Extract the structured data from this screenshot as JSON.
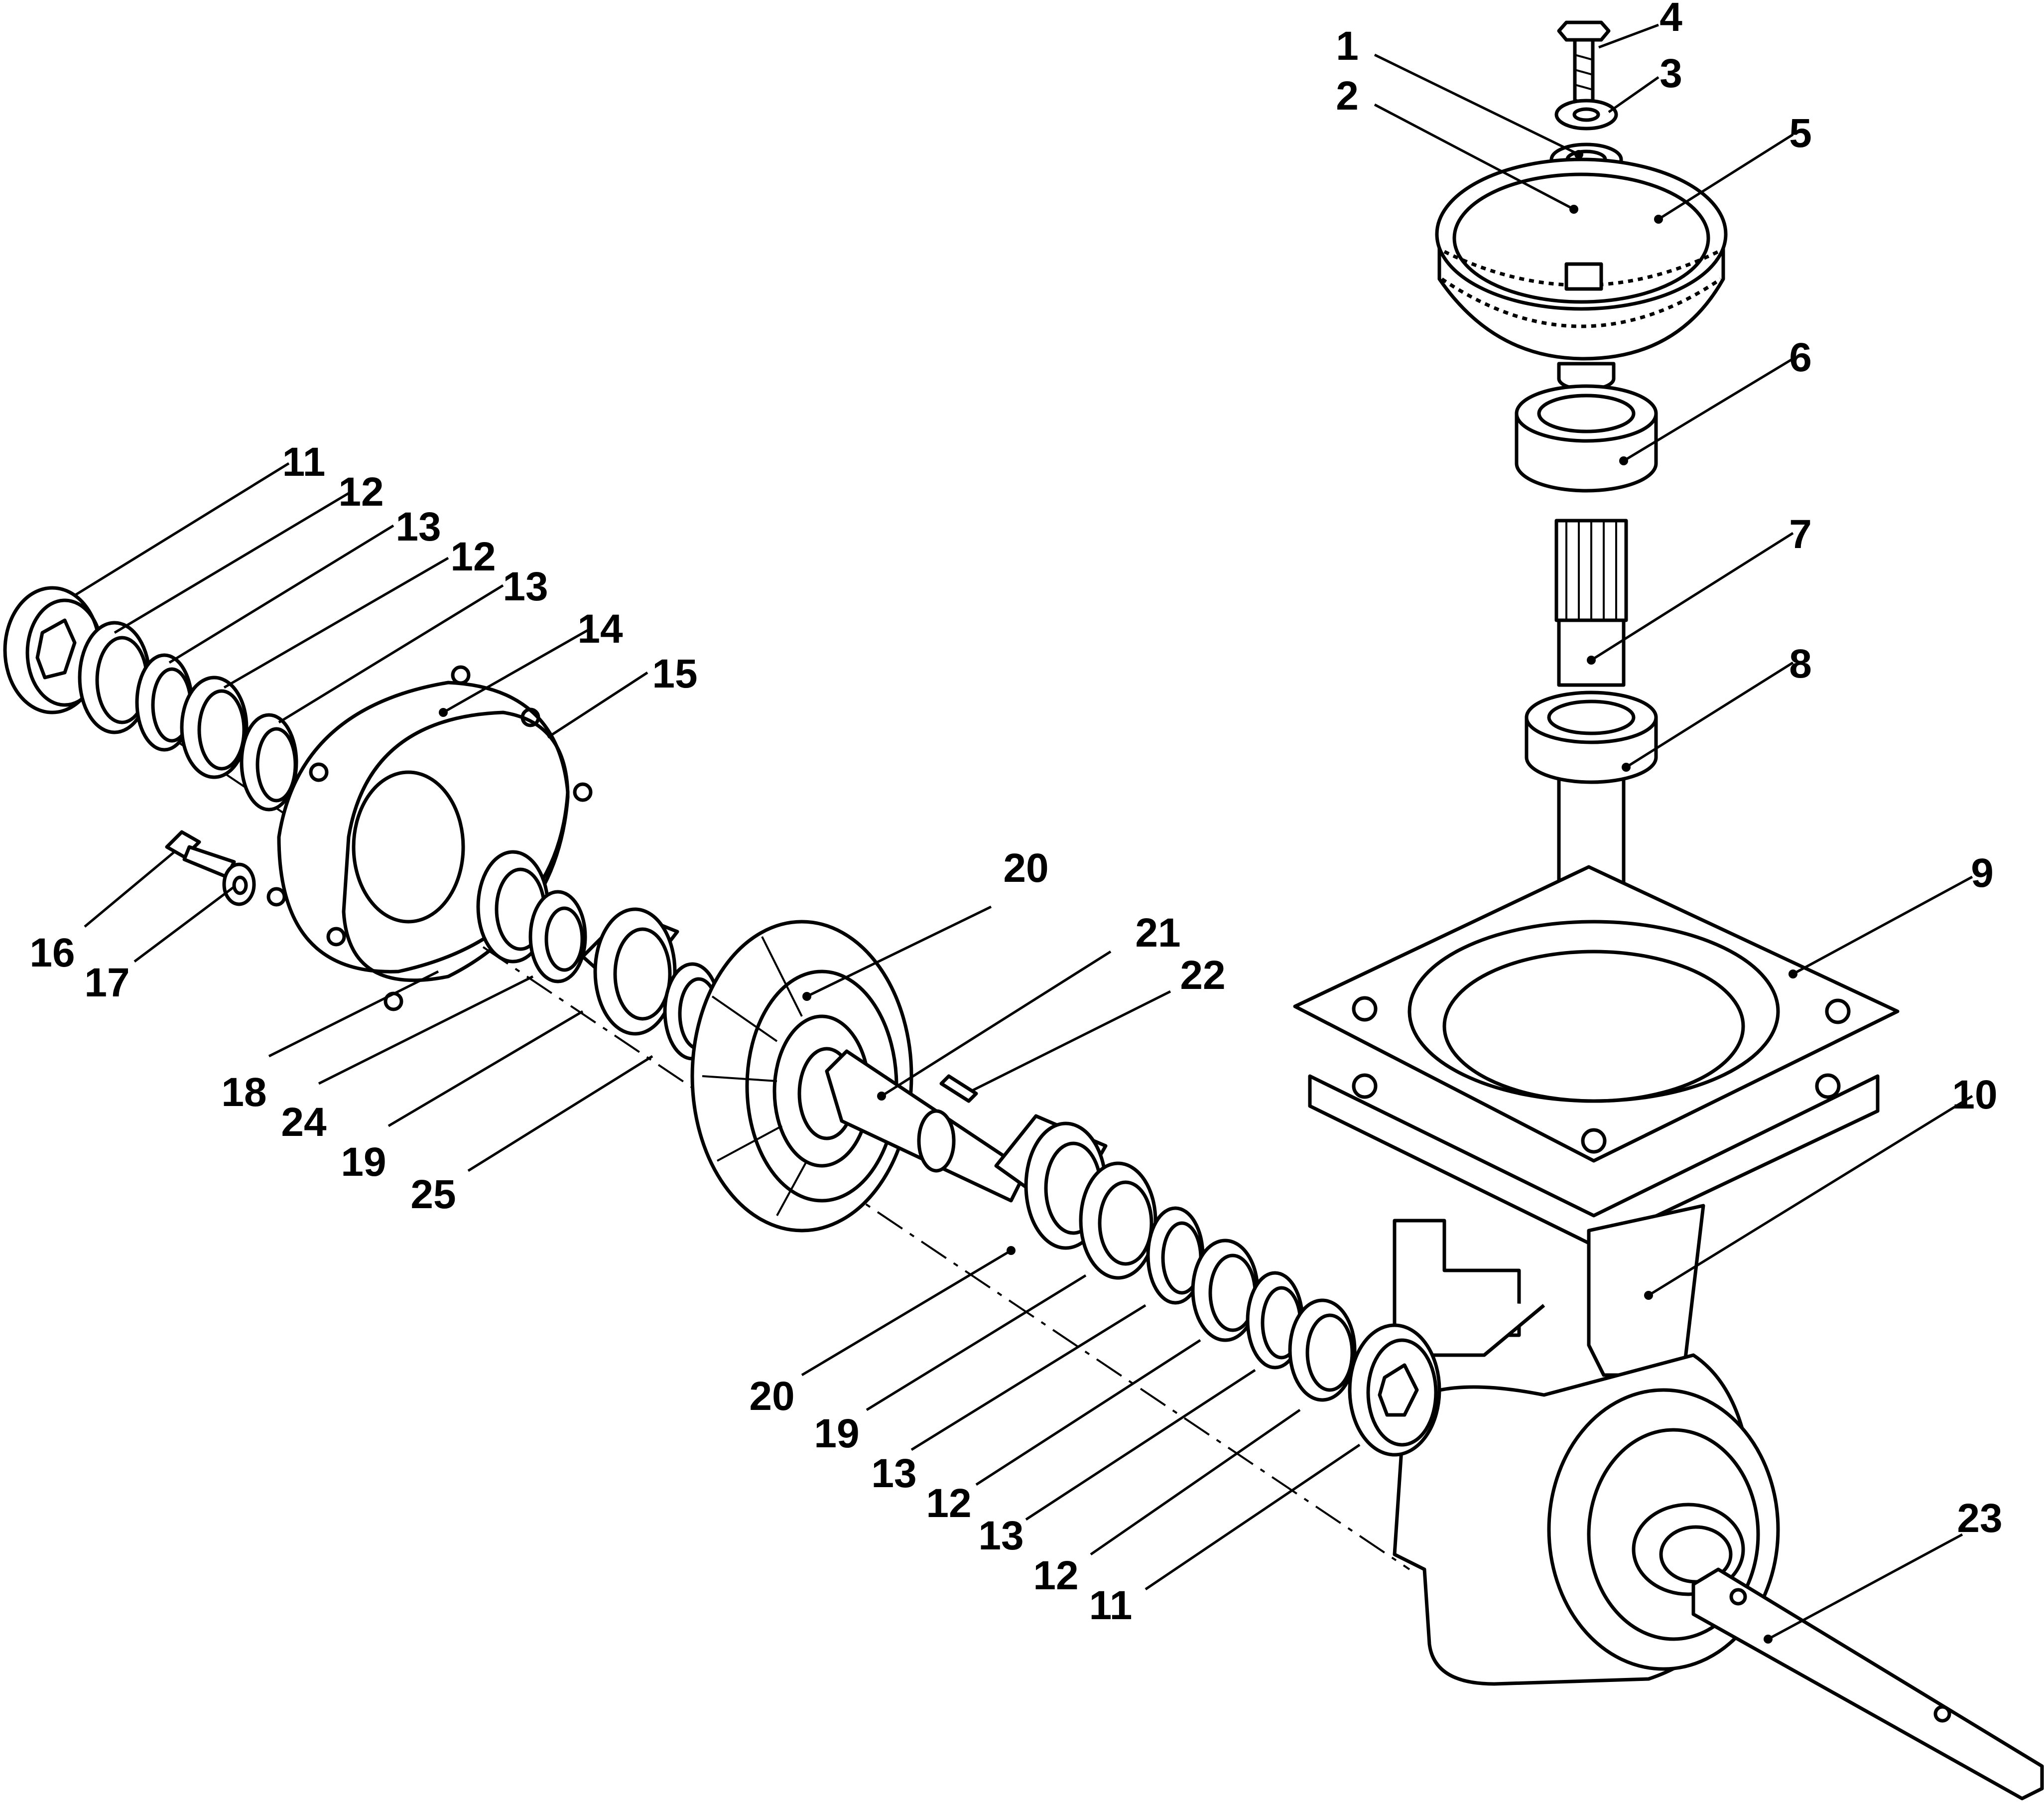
{
  "callouts": [
    {
      "id": "c1",
      "text": "1"
    },
    {
      "id": "c2",
      "text": "2"
    },
    {
      "id": "c3",
      "text": "3"
    },
    {
      "id": "c4",
      "text": "4"
    },
    {
      "id": "c5",
      "text": "5"
    },
    {
      "id": "c6",
      "text": "6"
    },
    {
      "id": "c7",
      "text": "7"
    },
    {
      "id": "c8",
      "text": "8"
    },
    {
      "id": "c9",
      "text": "9"
    },
    {
      "id": "c10",
      "text": "10"
    },
    {
      "id": "c11a",
      "text": "11"
    },
    {
      "id": "c12a",
      "text": "12"
    },
    {
      "id": "c13a",
      "text": "13"
    },
    {
      "id": "c12b",
      "text": "12"
    },
    {
      "id": "c13b",
      "text": "13"
    },
    {
      "id": "c14",
      "text": "14"
    },
    {
      "id": "c15",
      "text": "15"
    },
    {
      "id": "c16",
      "text": "16"
    },
    {
      "id": "c17",
      "text": "17"
    },
    {
      "id": "c18",
      "text": "18"
    },
    {
      "id": "c24",
      "text": "24"
    },
    {
      "id": "c19a",
      "text": "19"
    },
    {
      "id": "c25",
      "text": "25"
    },
    {
      "id": "c20a",
      "text": "20"
    },
    {
      "id": "c21",
      "text": "21"
    },
    {
      "id": "c22",
      "text": "22"
    },
    {
      "id": "c20b",
      "text": "20"
    },
    {
      "id": "c19b",
      "text": "19"
    },
    {
      "id": "c13c",
      "text": "13"
    },
    {
      "id": "c12c",
      "text": "12"
    },
    {
      "id": "c13d",
      "text": "13"
    },
    {
      "id": "c12d",
      "text": "12"
    },
    {
      "id": "c11b",
      "text": "11"
    },
    {
      "id": "c23",
      "text": "23"
    }
  ]
}
